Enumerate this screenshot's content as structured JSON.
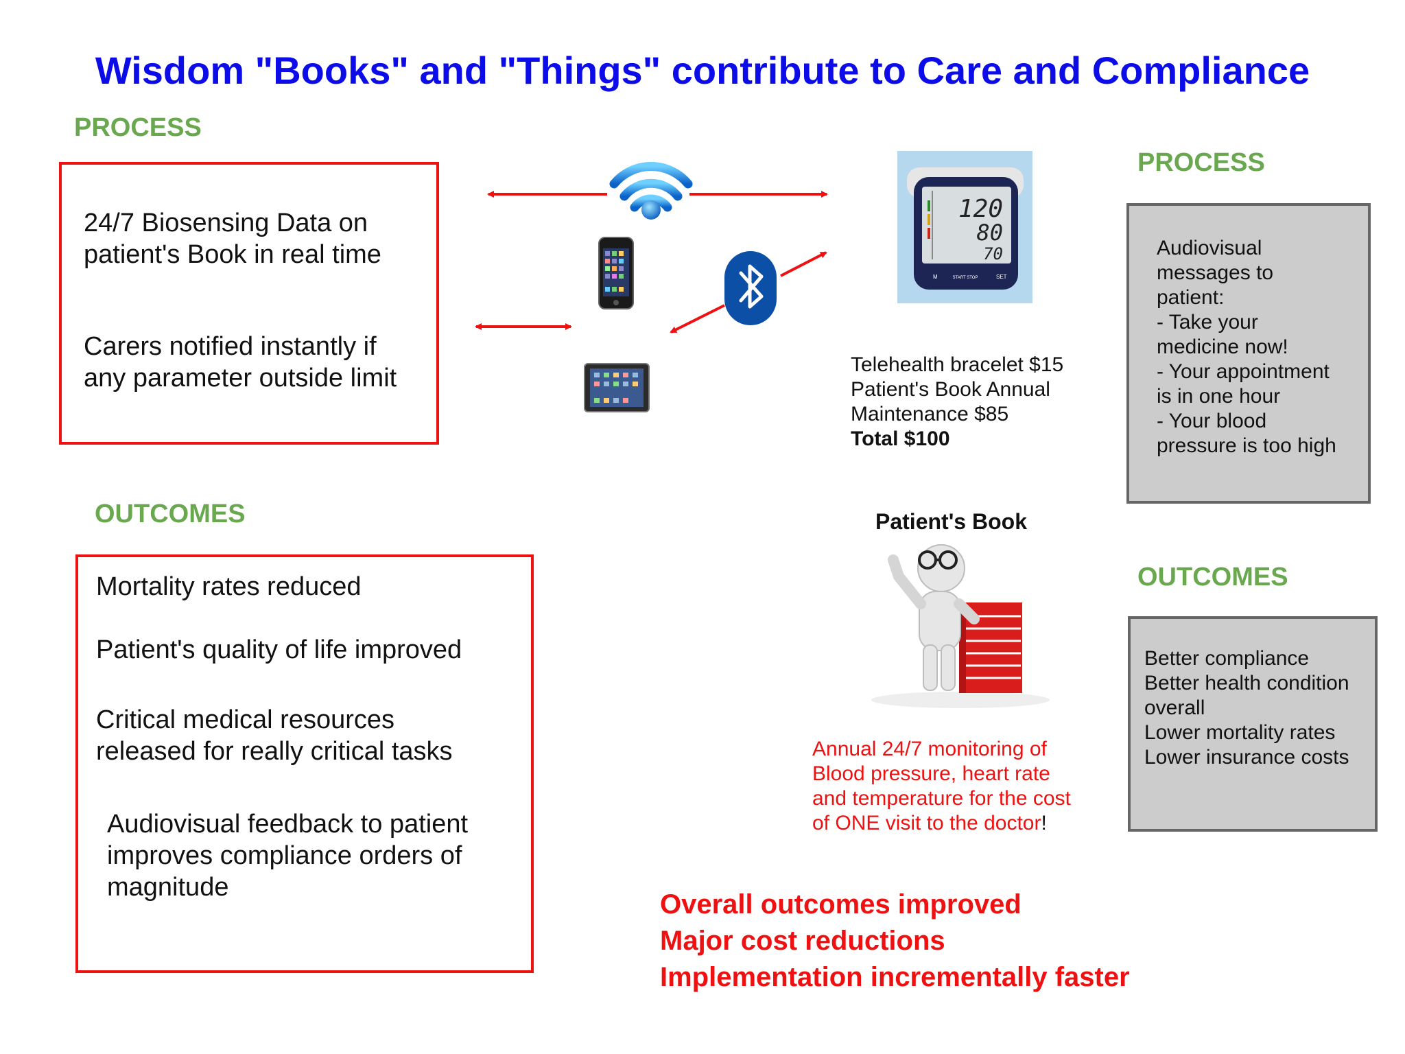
{
  "title": "Wisdom \"Books\" and \"Things\" contribute to Care and Compliance",
  "left": {
    "process_heading": "PROCESS",
    "process_lines": [
      "24/7 Biosensing Data on",
      "patient's Book in real time",
      "Carers notified instantly if",
      "any parameter outside limit"
    ],
    "outcomes_heading": "OUTCOMES",
    "outcomes_lines": [
      "Mortality rates reduced",
      "Patient's quality of life improved",
      "Critical medical resources",
      "released for really critical tasks",
      "Audiovisual feedback to patient",
      "improves compliance orders of",
      "magnitude"
    ]
  },
  "device": {
    "readings": [
      "120",
      "80",
      "70"
    ],
    "buttons": [
      "M",
      "START STOP",
      "SET"
    ]
  },
  "pricing": {
    "line1": "Telehealth bracelet $15",
    "line2": "Patient's Book Annual",
    "line3": "Maintenance $85",
    "total": "Total $100"
  },
  "patients_book": {
    "label": "Patient's Book",
    "caption_lines": [
      "Annual 24/7 monitoring of",
      "Blood pressure, heart rate",
      "and temperature for the cost",
      "of ONE visit to the doctor"
    ],
    "caption_end": "!"
  },
  "right": {
    "process_heading": "PROCESS",
    "process_lines": [
      "Audiovisual",
      "messages to",
      "patient:",
      "- Take your",
      "medicine now!",
      "- Your appointment",
      "is in one hour",
      "- Your blood",
      "pressure is too high"
    ],
    "outcomes_heading": "OUTCOMES",
    "outcomes_lines": [
      "Better compliance",
      "Better health condition",
      "overall",
      "Lower mortality rates",
      "Lower insurance costs"
    ]
  },
  "summary": [
    "Overall outcomes improved",
    "Major cost reductions",
    "Implementation incrementally faster"
  ],
  "colors": {
    "title": "#0c0ce8",
    "heading": "#6aa84f",
    "accent_red": "#ee1111",
    "grey_box": "#cccccc"
  }
}
